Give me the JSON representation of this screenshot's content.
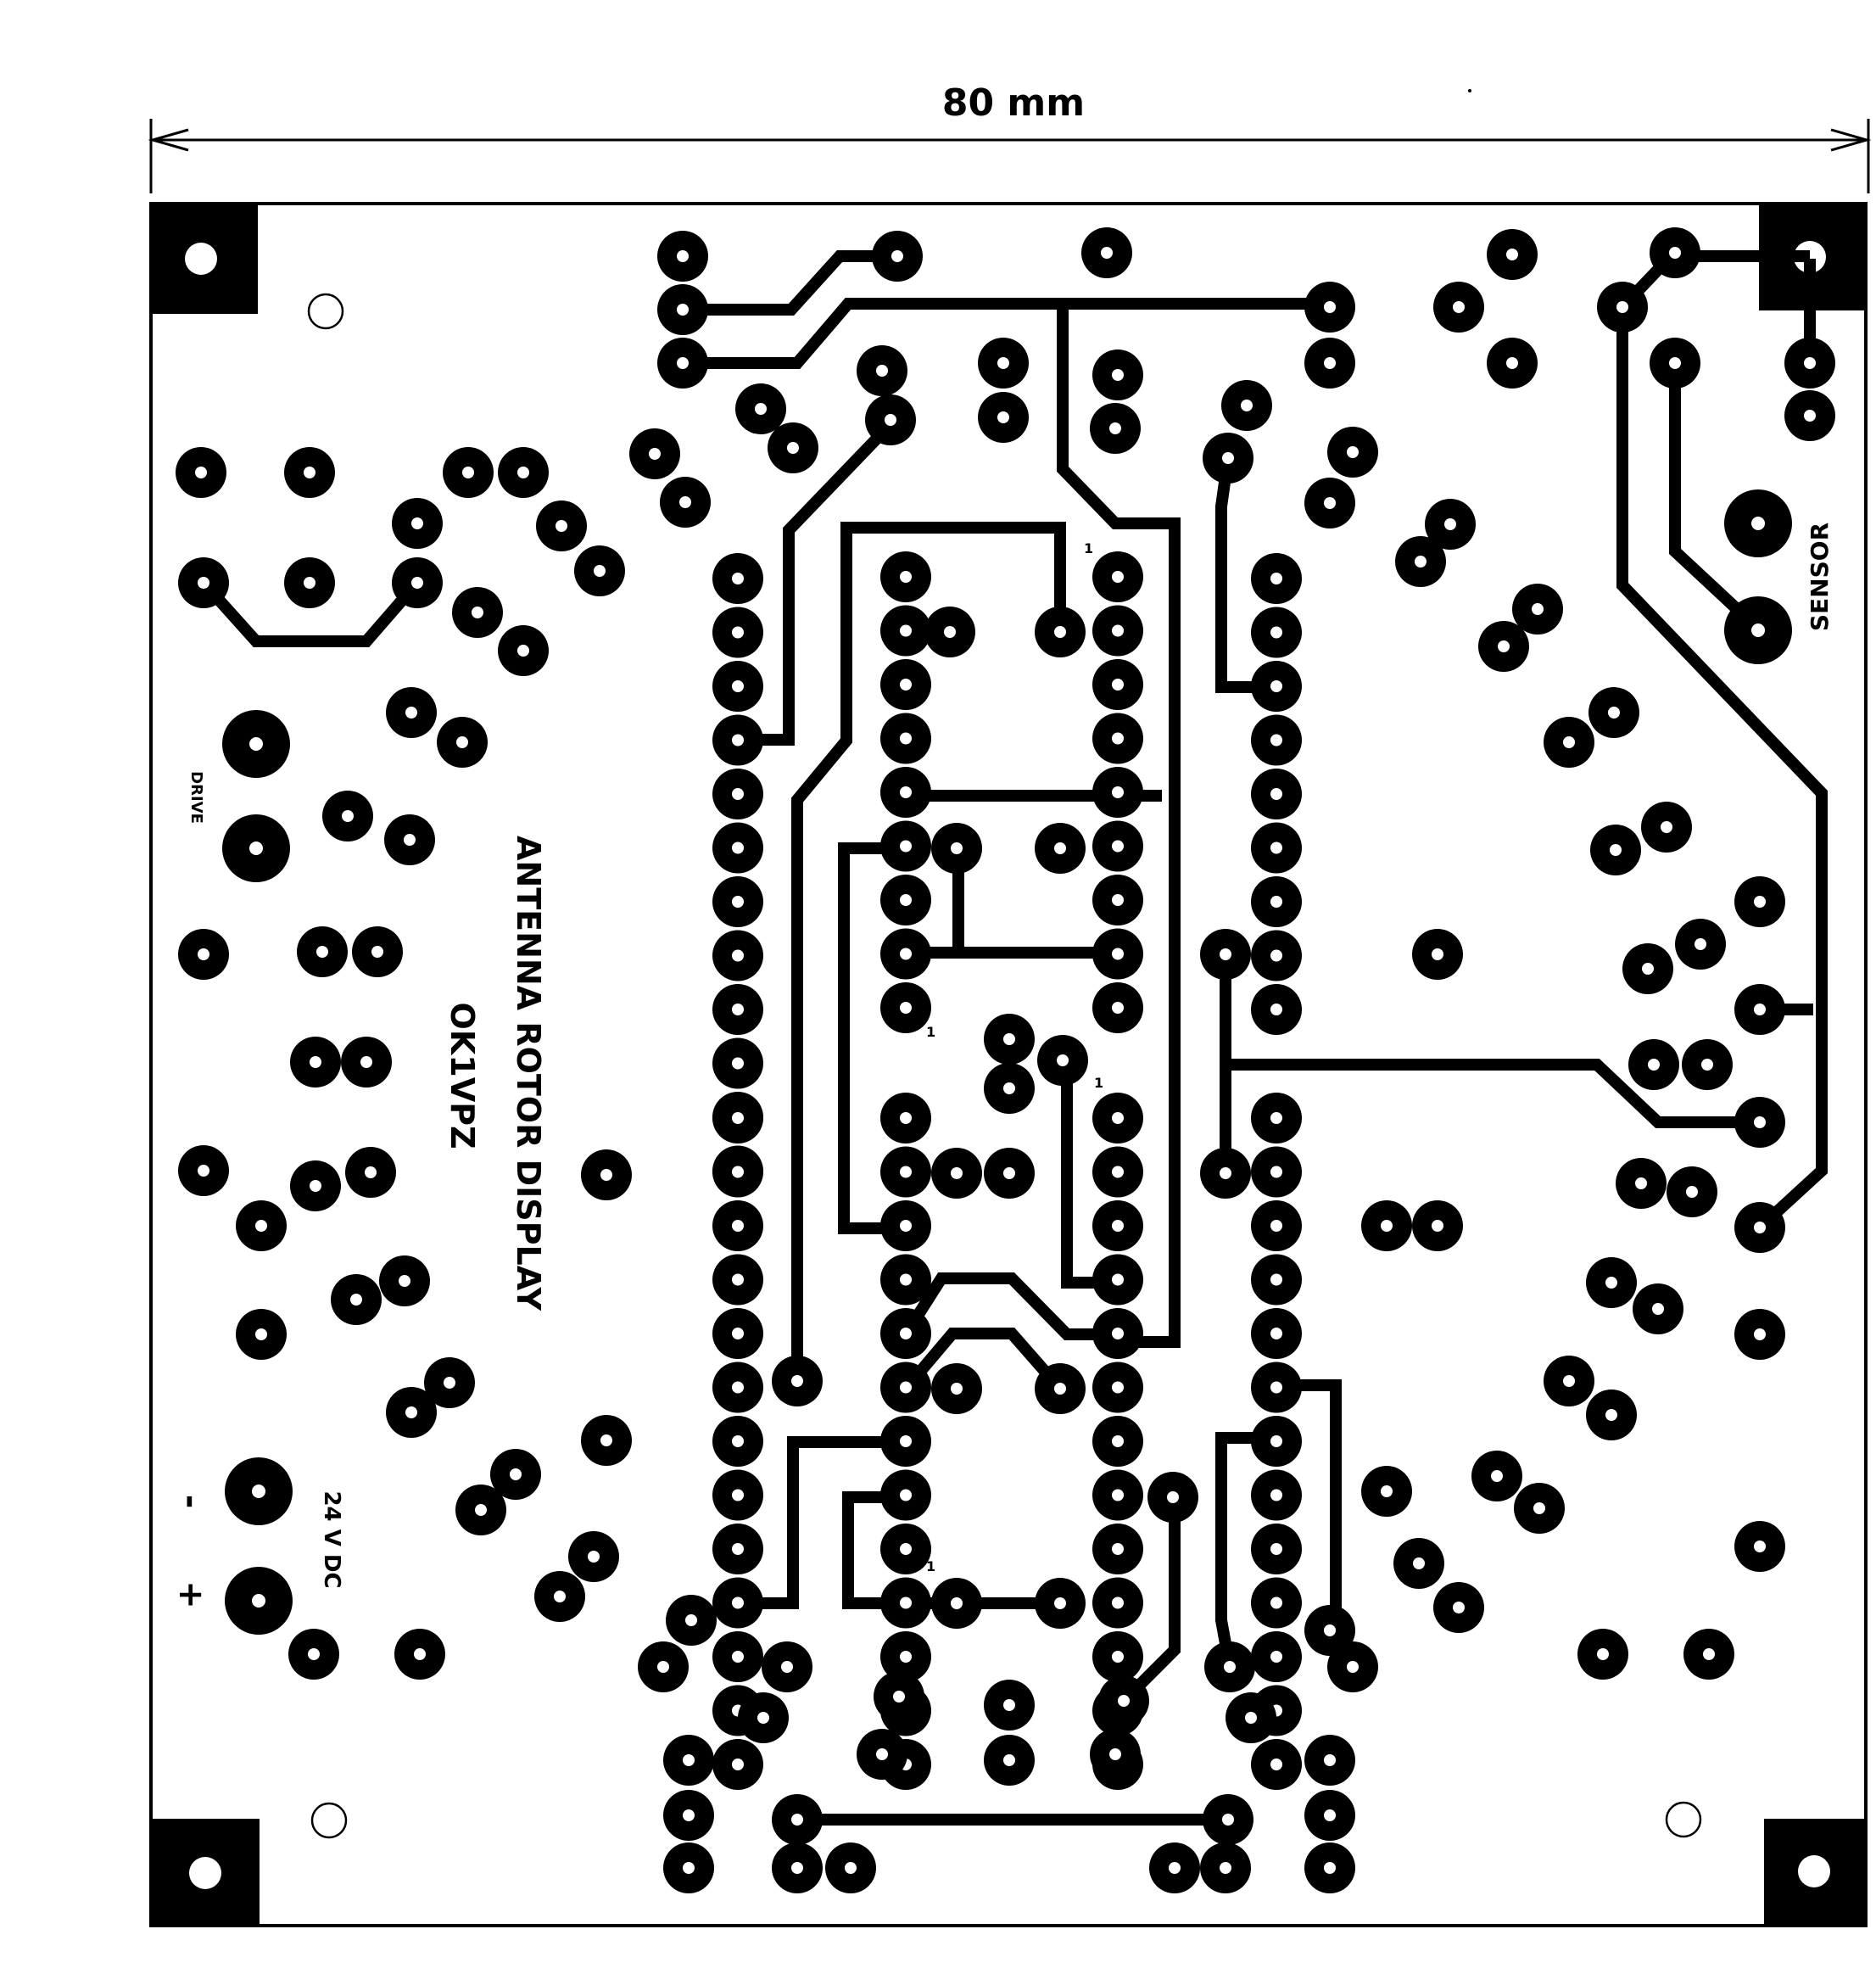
{
  "dimension": {
    "label": "80 mm"
  },
  "board": {
    "title": "ANTENNA  ROTOR  DISPLAY",
    "callsign": "OK1VPZ",
    "connectors": {
      "sensor": "SENSOR",
      "drive": "DRIVE",
      "power": "24 V  DC",
      "minus": "-",
      "plus": "+"
    },
    "pin1_marker": "1"
  },
  "colors": {
    "copper": "#000000",
    "background": "#ffffff"
  }
}
